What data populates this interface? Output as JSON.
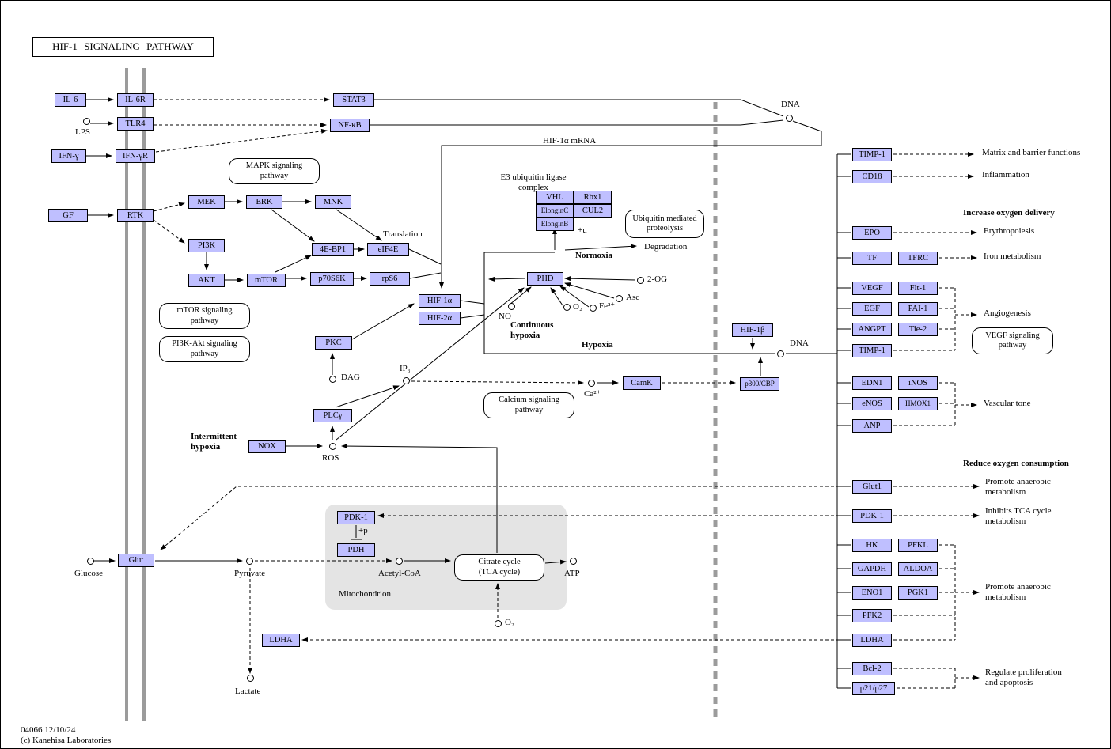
{
  "title": "HIF-1 SIGNALING PATHWAY",
  "footer": {
    "id_line": "04066 12/10/24",
    "copyright": "(c) Kanehisa Laboratories"
  },
  "colors": {
    "gene_fill": "#BFBFFF",
    "membrane_gray": "#9B9B9B",
    "mito_fill": "#E4E4E4"
  },
  "nodes": {
    "il6": "IL-6",
    "il6r": "IL-6R",
    "tlr4": "TLR4",
    "ifng": "IFN-γ",
    "ifngr": "IFN-γR",
    "gf": "GF",
    "rtk": "RTK",
    "stat3": "STAT3",
    "nfkb": "NF-κB",
    "mek": "MEK",
    "erk": "ERK",
    "mnk": "MNK",
    "pi3k": "PI3K",
    "ebp1": "4E-BP1",
    "eif4e": "eIF4E",
    "akt": "AKT",
    "mtor": "mTOR",
    "p70s6k": "p70S6K",
    "rps6": "rpS6",
    "hif1a": "HIF-1α",
    "hif2a": "HIF-2α",
    "pkc": "PKC",
    "plcg": "PLCγ",
    "nox": "NOX",
    "phd": "PHD",
    "vhl": "VHL",
    "rbx1": "Rbx1",
    "elonginc": "ElonginC",
    "cul2": "CUL2",
    "elonginb": "ElonginB",
    "camk": "CamK",
    "p300": "p300/CBP",
    "hif1b": "HIF-1β",
    "glut": "Glut",
    "pdk1m": "PDK-1",
    "pdh": "PDH",
    "ldham": "LDHA",
    "timp1": "TIMP-1",
    "cd18": "CD18",
    "epo": "EPO",
    "tf": "TF",
    "tfrc": "TFRC",
    "vegf": "VEGF",
    "flt1": "Flt-1",
    "egf": "EGF",
    "pai1": "PAI-1",
    "angpt": "ANGPT",
    "tie2": "Tie-2",
    "timp1b": "TIMP-1",
    "edn1": "EDN1",
    "inos": "iNOS",
    "enos": "eNOS",
    "hmox1": "HMOX1",
    "anp": "ANP",
    "glut1": "Glut1",
    "pdk1": "PDK-1",
    "hk": "HK",
    "pfkl": "PFKL",
    "gapdh": "GAPDH",
    "aldoa": "ALDOA",
    "eno1": "ENO1",
    "pgk1": "PGK1",
    "pfk2": "PFK2",
    "ldha": "LDHA",
    "bcl2": "Bcl-2",
    "p21": "p21/p27"
  },
  "pathways": {
    "mapk": "MAPK signaling\npathway",
    "mtor": "mTOR signaling\npathway",
    "pi3kakt": "PI3K-Akt signaling\npathway",
    "ubiq": "Ubiquitin mediated\nproteolysis",
    "calcium": "Calcium signaling\npathway",
    "vegf": "VEGF signaling\npathway",
    "tca": "Citrate cycle\n(TCA cycle)"
  },
  "compounds": {
    "lps": "LPS",
    "dag": "DAG",
    "ip3": "IP₃",
    "ros": "ROS",
    "ca": "Ca²⁺",
    "og": "2-OG",
    "asc": "Asc",
    "fe": "Fe²⁺",
    "o2": "O₂",
    "no": "NO",
    "glucose": "Glucose",
    "pyruvate": "Pyruvate",
    "acetylcoa": "Acetyl-CoA",
    "atp": "ATP",
    "o2m": "O₂",
    "lactate": "Lactate",
    "dna_top": "DNA",
    "dna_nuc": "DNA"
  },
  "labels": {
    "translation": "Translation",
    "degradation": "Degradation",
    "plus_u": "+u",
    "plus_p": "+p",
    "e3": "E3 ubiquitin ligase\ncomplex",
    "mrna": "HIF-1α mRNA",
    "mito": "Mitochondrion",
    "normoxia": "Normoxia",
    "hypoxia": "Hypoxia",
    "cont_hypoxia": "Continuous\nhypoxia",
    "int_hypoxia": "Intermittent\nhypoxia",
    "inc_oxygen": "Increase oxygen delivery",
    "red_oxygen": "Reduce oxygen consumption"
  },
  "functions": {
    "matrix": "Matrix and barrier functions",
    "inflammation": "Inflammation",
    "erythropoiesis": "Erythropoiesis",
    "iron": "Iron metabolism",
    "angiogenesis": "Angiogenesis",
    "vascular": "Vascular tone",
    "promote1": "Promote anaerobic\nmetabolism",
    "inhibit_tca": "Inhibits TCA cycle\nmetabolism",
    "promote2": "Promote anaerobic\nmetabolism",
    "regulate": "Regulate proliferation\nand apoptosis"
  }
}
